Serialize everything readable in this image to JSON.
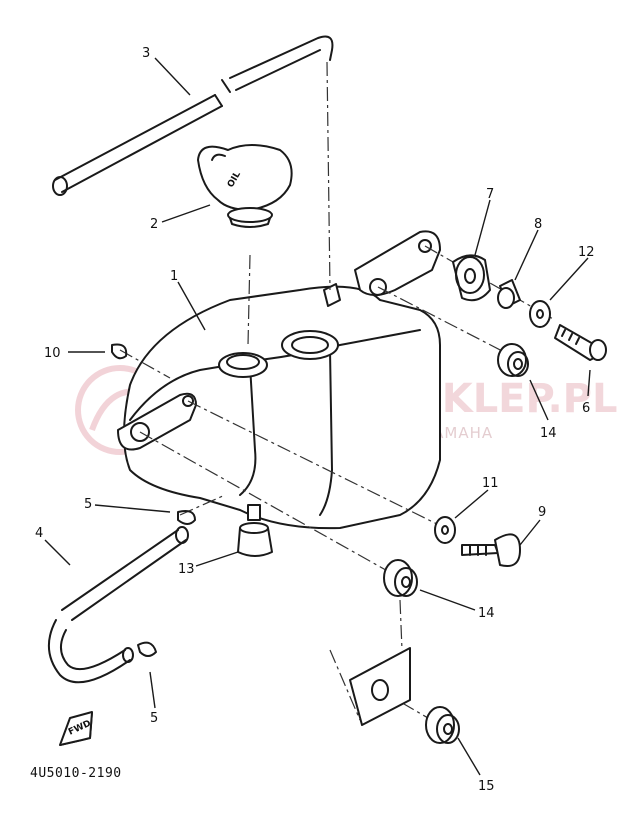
{
  "diagram_code": "4U5010-2190",
  "watermark": {
    "main": "YAMAHA-SKLEP.PL",
    "sub": "WOJTECHOWICZ | DEALER YAMAHA"
  },
  "fwd_label": "FWD",
  "callouts": {
    "c1": "1",
    "c2": "2",
    "c3": "3",
    "c4": "4",
    "c5a": "5",
    "c5b": "5",
    "c6": "6",
    "c7": "7",
    "c8": "8",
    "c9": "9",
    "c10": "10",
    "c11": "11",
    "c12": "12",
    "c13": "13",
    "c14a": "14",
    "c14b": "14",
    "c15": "15"
  },
  "colors": {
    "ink": "#1a1a1a",
    "watermark": "#e9b7bf"
  }
}
